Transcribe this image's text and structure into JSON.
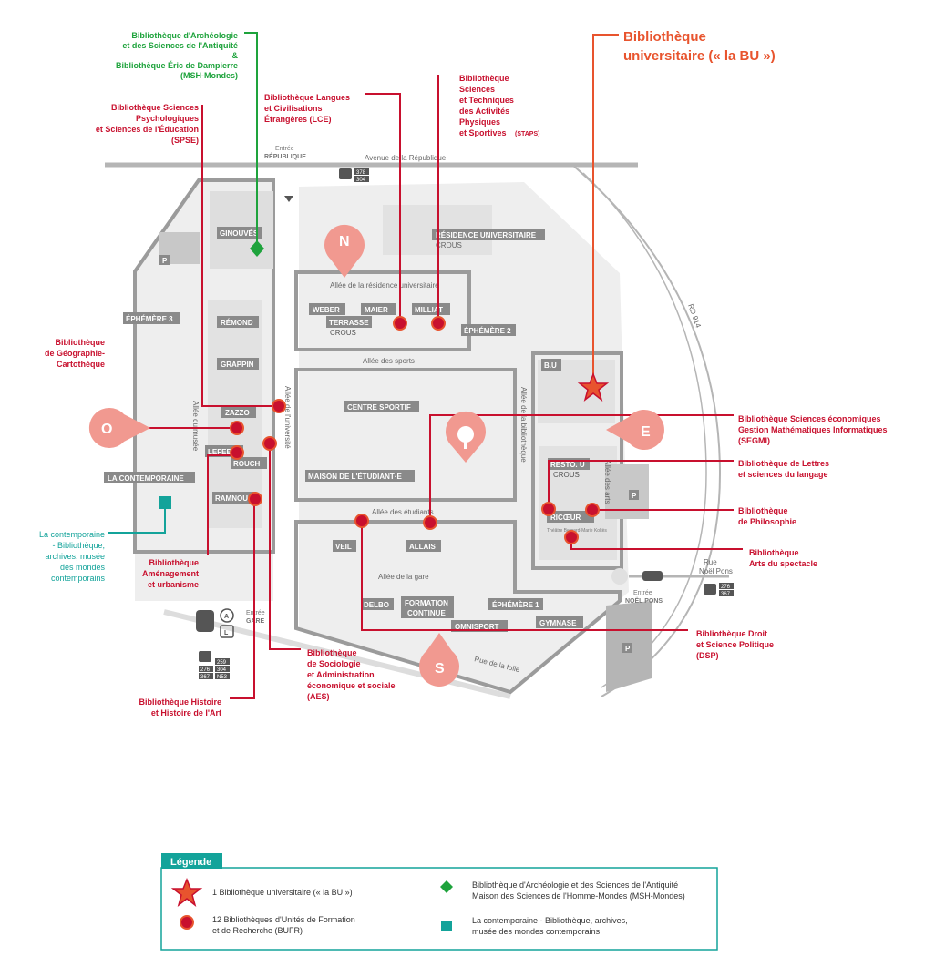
{
  "colors": {
    "red": "#c8102e",
    "orange": "#e8542e",
    "green": "#1ea33c",
    "teal": "#13a39a",
    "grey": "#9b9b9b",
    "zone": "#f19990"
  },
  "streets": {
    "avenue": "Avenue de la République",
    "rd914": "RD 914",
    "residence": "Allée de la résidence universitaire",
    "sports": "Allée des sports",
    "etudiants": "Allée des étudiants",
    "gare": "Allée de la gare",
    "folie": "Rue de la folie",
    "musee": "Allée du musée",
    "universite": "Allée de l'université",
    "bibliotheque": "Allée de la bibliothèque",
    "arts": "Allée des arts"
  },
  "entrances": {
    "republique": [
      "Entrée",
      "RÉPUBLIQUE"
    ],
    "gare": [
      "Entrée",
      "GARE"
    ],
    "noel_pons": [
      "Entrée",
      "NOËL PONS"
    ],
    "rue_noel_pons": [
      "Rue",
      "Noël Pons"
    ]
  },
  "transport": {
    "bus_top": [
      "378",
      "304"
    ],
    "bus_right": [
      "276",
      "367"
    ],
    "bus_left": [
      "259",
      "276",
      "304",
      "367",
      "N53"
    ],
    "rer": "A",
    "transilien": "L"
  },
  "zones": [
    "N",
    "O",
    "E",
    "S"
  ],
  "buildings": {
    "ginouves": "GINOUVÈS",
    "ephemere3": "ÉPHÉMÈRE 3",
    "remond": "RÉMOND",
    "grappin": "GRAPPIN",
    "zazzo": "ZAZZO",
    "lefebvre": "LEFEB",
    "rouch": "ROUCH",
    "ramnoux": "RAMNOU",
    "contemporaine": "LA CONTEMPORAINE",
    "residence": "RÉSIDENCE UNIVERSITAIRE",
    "residence_crous": "CROUS",
    "weber": "WEBER",
    "maier": "MAIER",
    "terrasse": "TERRASSE",
    "terrasse_crous": "CROUS",
    "milliat": "MILLIAT",
    "ephemere2": "ÉPHÉMÈRE 2",
    "centre_sportif": "CENTRE SPORTIF",
    "maison": "MAISON DE L'ÉTUDIANT·E",
    "bu": "B.U",
    "resto": "RESTO. U",
    "resto_crous": "CROUS",
    "ricoeur": "RICŒUR",
    "theatre": "Théâtre Bernard-Marie Koltès",
    "veil": "VEIL",
    "allais": "ALLAIS",
    "delbo": "DELBO",
    "formation1": "FORMATION",
    "formation2": "CONTINUE",
    "ephemere1": "ÉPHÉMÈRE 1",
    "omnisport": "OMNISPORT",
    "gymnase": "GYMNASE",
    "p": "P"
  },
  "callouts": {
    "archeo": [
      "Bibliothèque d'Archéologie",
      "et des Sciences de l'Antiquité",
      "&",
      "Bibliothèque Éric de Dampierre",
      "(MSH-Mondes)"
    ],
    "spse": [
      "Bibliothèque Sciences",
      "Psychologiques",
      "et Sciences de l'Éducation",
      "(SPSE)"
    ],
    "lce": [
      "Bibliothèque Langues",
      "et Civilisations",
      "Étrangères (LCE)"
    ],
    "staps": [
      "Bibliothèque",
      "Sciences",
      "et Techniques",
      "des Activités",
      "Physiques",
      "et Sportives"
    ],
    "staps_abbr": "(STAPS)",
    "bu": [
      "Bibliothèque",
      "universitaire (« la BU »)"
    ],
    "geo": [
      "Bibliothèque",
      "de Géographie-",
      "Cartothèque"
    ],
    "segmi": [
      "Bibliothèque Sciences économiques",
      "Gestion Mathématiques Informatiques",
      "(SEGMI)"
    ],
    "lettres": [
      "Bibliothèque de Lettres",
      "et sciences du langage"
    ],
    "philo": [
      "Bibliothèque",
      "de Philosophie"
    ],
    "spectacle": [
      "Bibliothèque",
      "Arts du spectacle"
    ],
    "contemporaine": [
      "La contemporaine",
      "- Bibliothèque,",
      "archives, musée",
      "des mondes",
      "contemporains"
    ],
    "amenagement": [
      "Bibliothèque",
      "Aménagement",
      "et urbanisme"
    ],
    "aes": [
      "Bibliothèque",
      "de Sociologie",
      "et Administration",
      "économique et sociale",
      "(AES)"
    ],
    "droit": [
      "Bibliothèque Droit",
      "et Science Politique",
      "(DSP)"
    ],
    "histoire": [
      "Bibliothèque Histoire",
      "et Histoire de l'Art"
    ]
  },
  "legend": {
    "title": "Légende",
    "bu": "1 Bibliothèque universitaire (« la BU »)",
    "bufr": [
      "12 Bibliothèques d'Unités de Formation",
      "et de Recherche (BUFR)"
    ],
    "msh": [
      "Bibliothèque d'Archéologie et des Sciences de l'Antiquité",
      "Maison des Sciences de l'Homme-Mondes (MSH-Mondes)"
    ],
    "contemporaine": [
      "La contemporaine - Bibliothèque, archives,",
      "musée des mondes contemporains"
    ]
  }
}
